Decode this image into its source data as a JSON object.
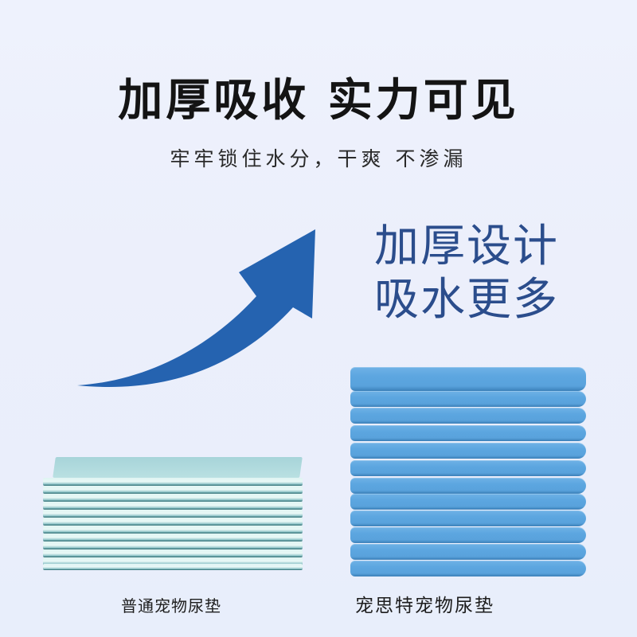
{
  "headline": "加厚吸收 实力可见",
  "subheadline": "牢牢锁住水分，干爽 不渗漏",
  "claim": {
    "line1": "加厚设计",
    "line2": "吸水更多"
  },
  "arrow": {
    "icon": "curved-up-arrow-icon",
    "color": "#2563b0"
  },
  "products": [
    {
      "label": "普通宠物尿垫",
      "color": "#b5dfe0",
      "layers": 12
    },
    {
      "label": "宠思特宠物尿垫",
      "color": "#5ca6e0",
      "layers": 12
    }
  ],
  "colors": {
    "background": "#eef2fd",
    "headline": "#141414",
    "claim": "#2b4d8c"
  }
}
